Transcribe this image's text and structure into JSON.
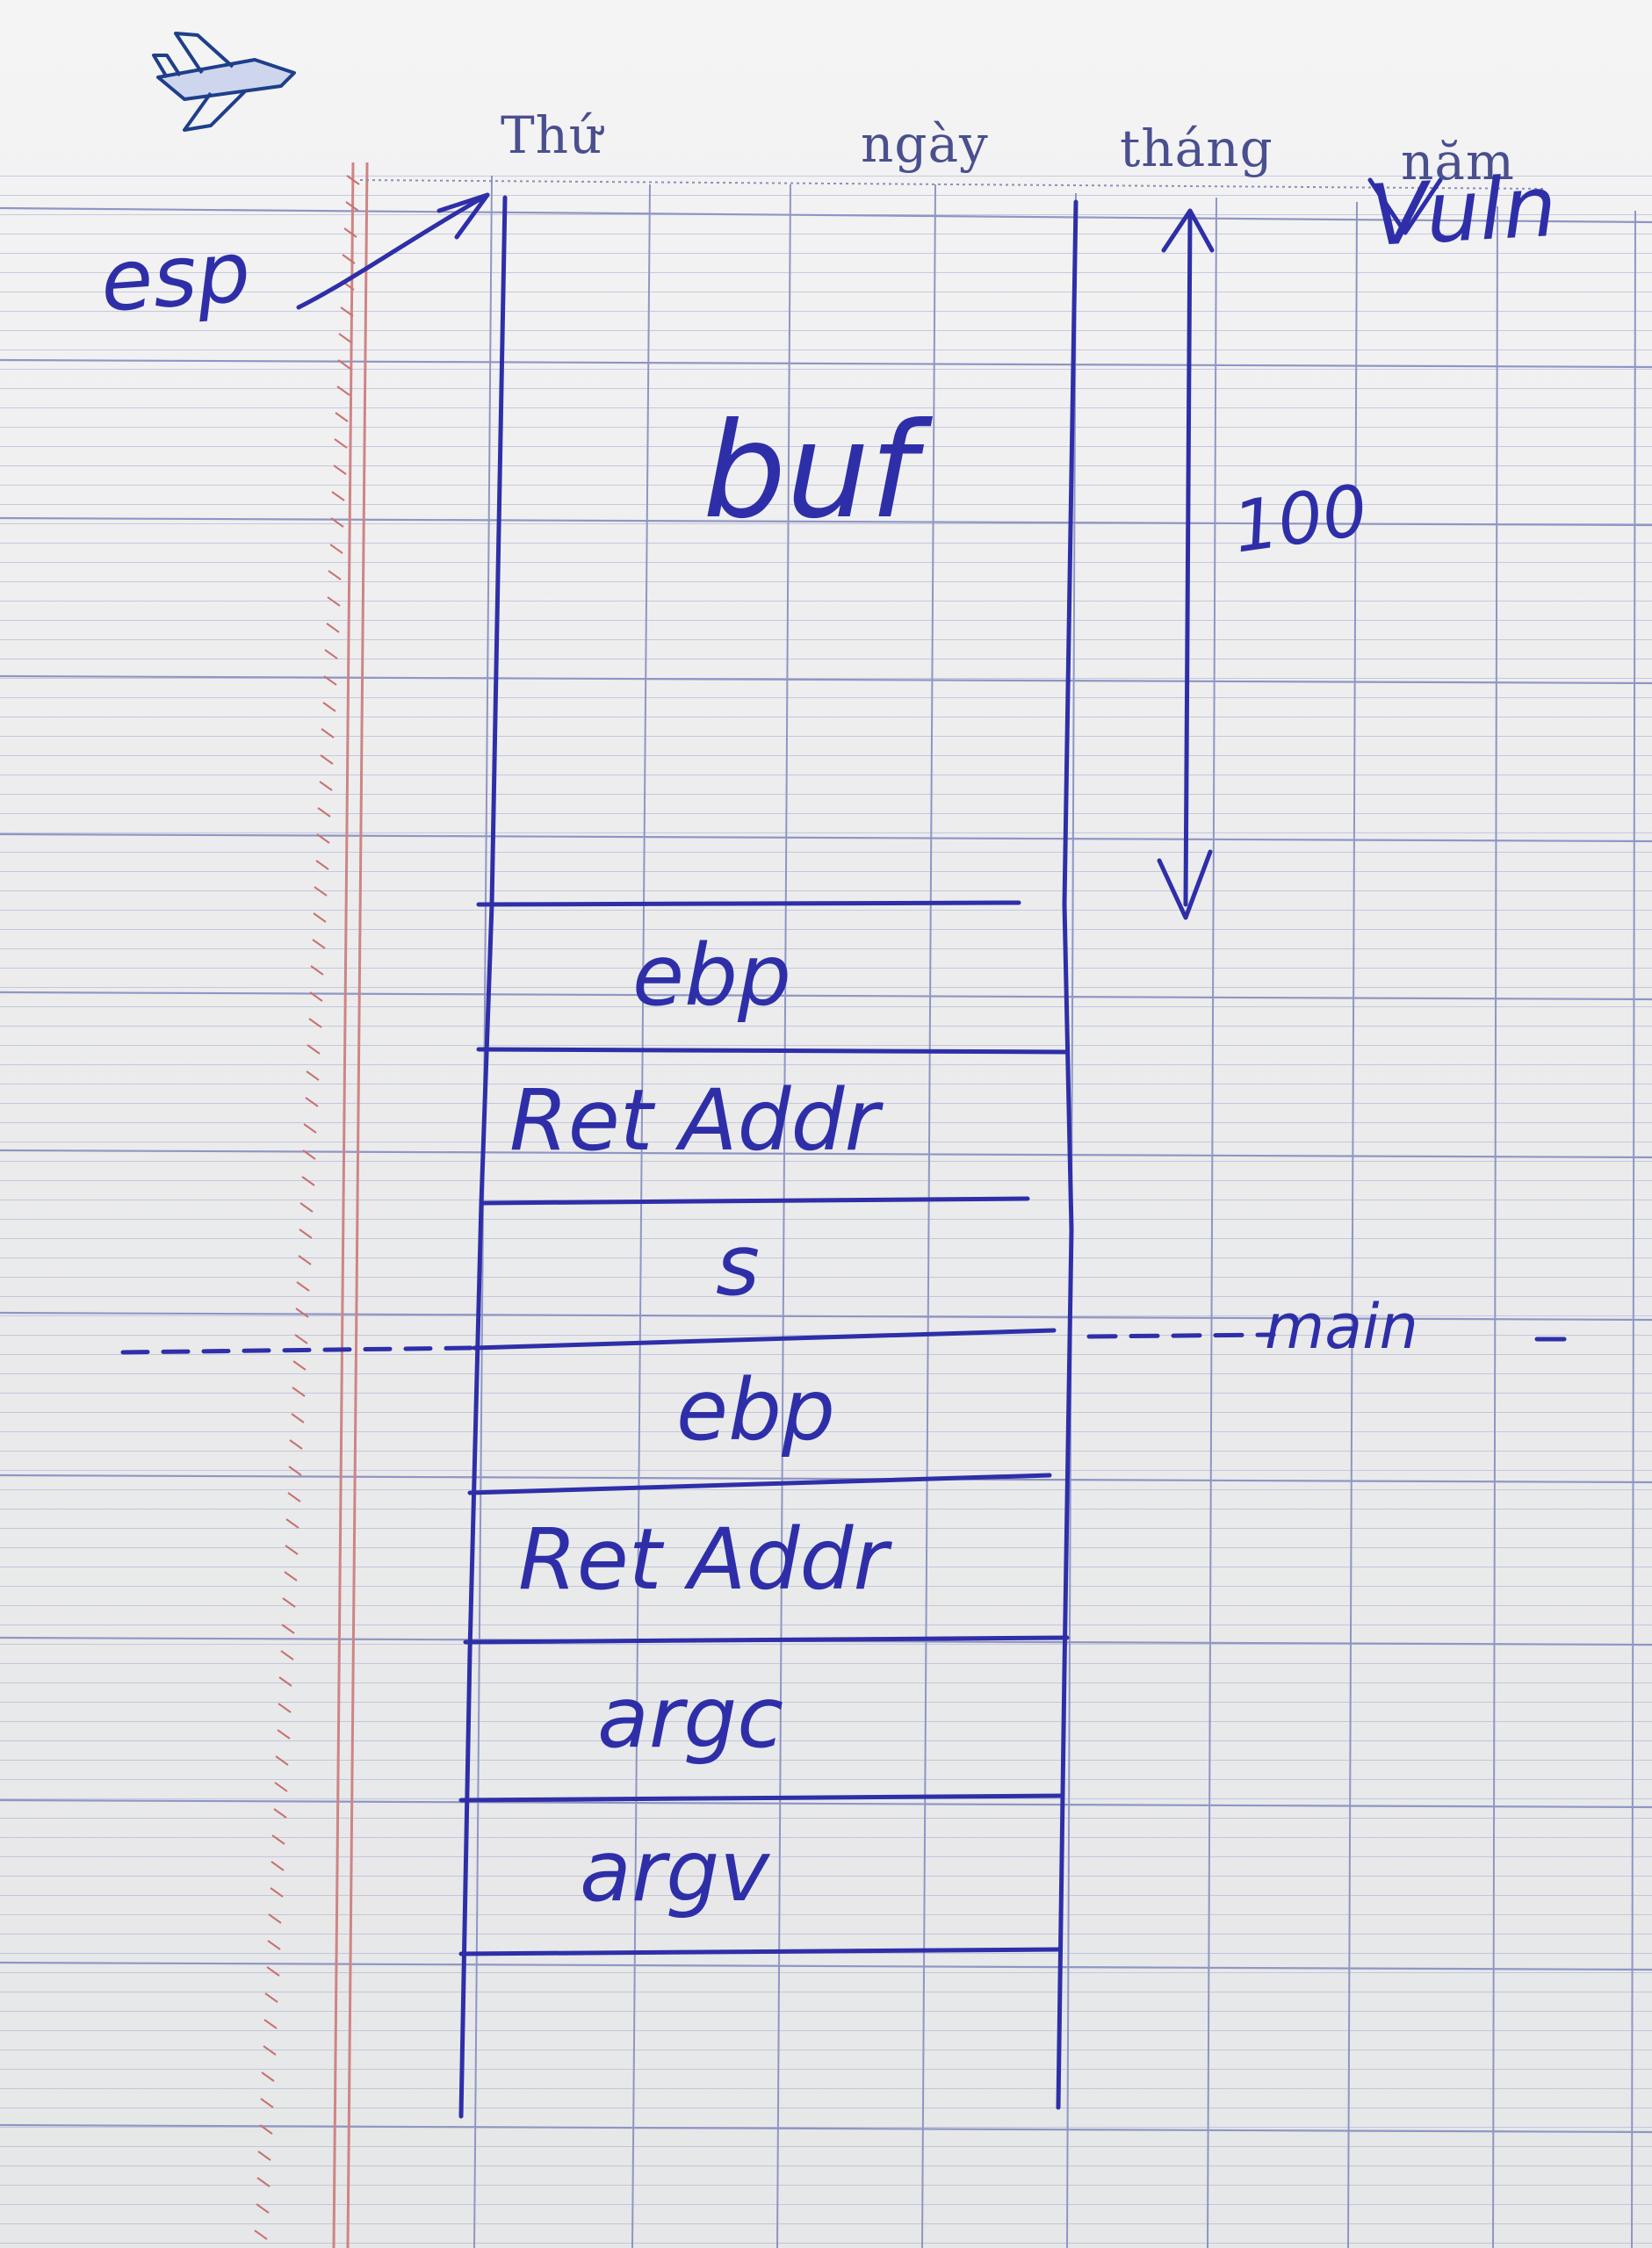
{
  "header": {
    "labels": [
      "Thứ",
      "ngày",
      "tháng",
      "năm"
    ]
  },
  "annotations": {
    "top_right": "Vuln",
    "pointer": "esp",
    "size": "100",
    "frame_divider": "main"
  },
  "stack": {
    "cells": [
      "buf",
      "ebp",
      "Ret Addr",
      "s",
      "ebp",
      "Ret Addr",
      "argc",
      "argv"
    ]
  },
  "colors": {
    "ink": "#2e2fa8",
    "print": "#4a4f8e",
    "rule_line": "#9aa0c8",
    "margin_line": "#d08080"
  },
  "icons": {
    "logo": "airplane-icon"
  }
}
